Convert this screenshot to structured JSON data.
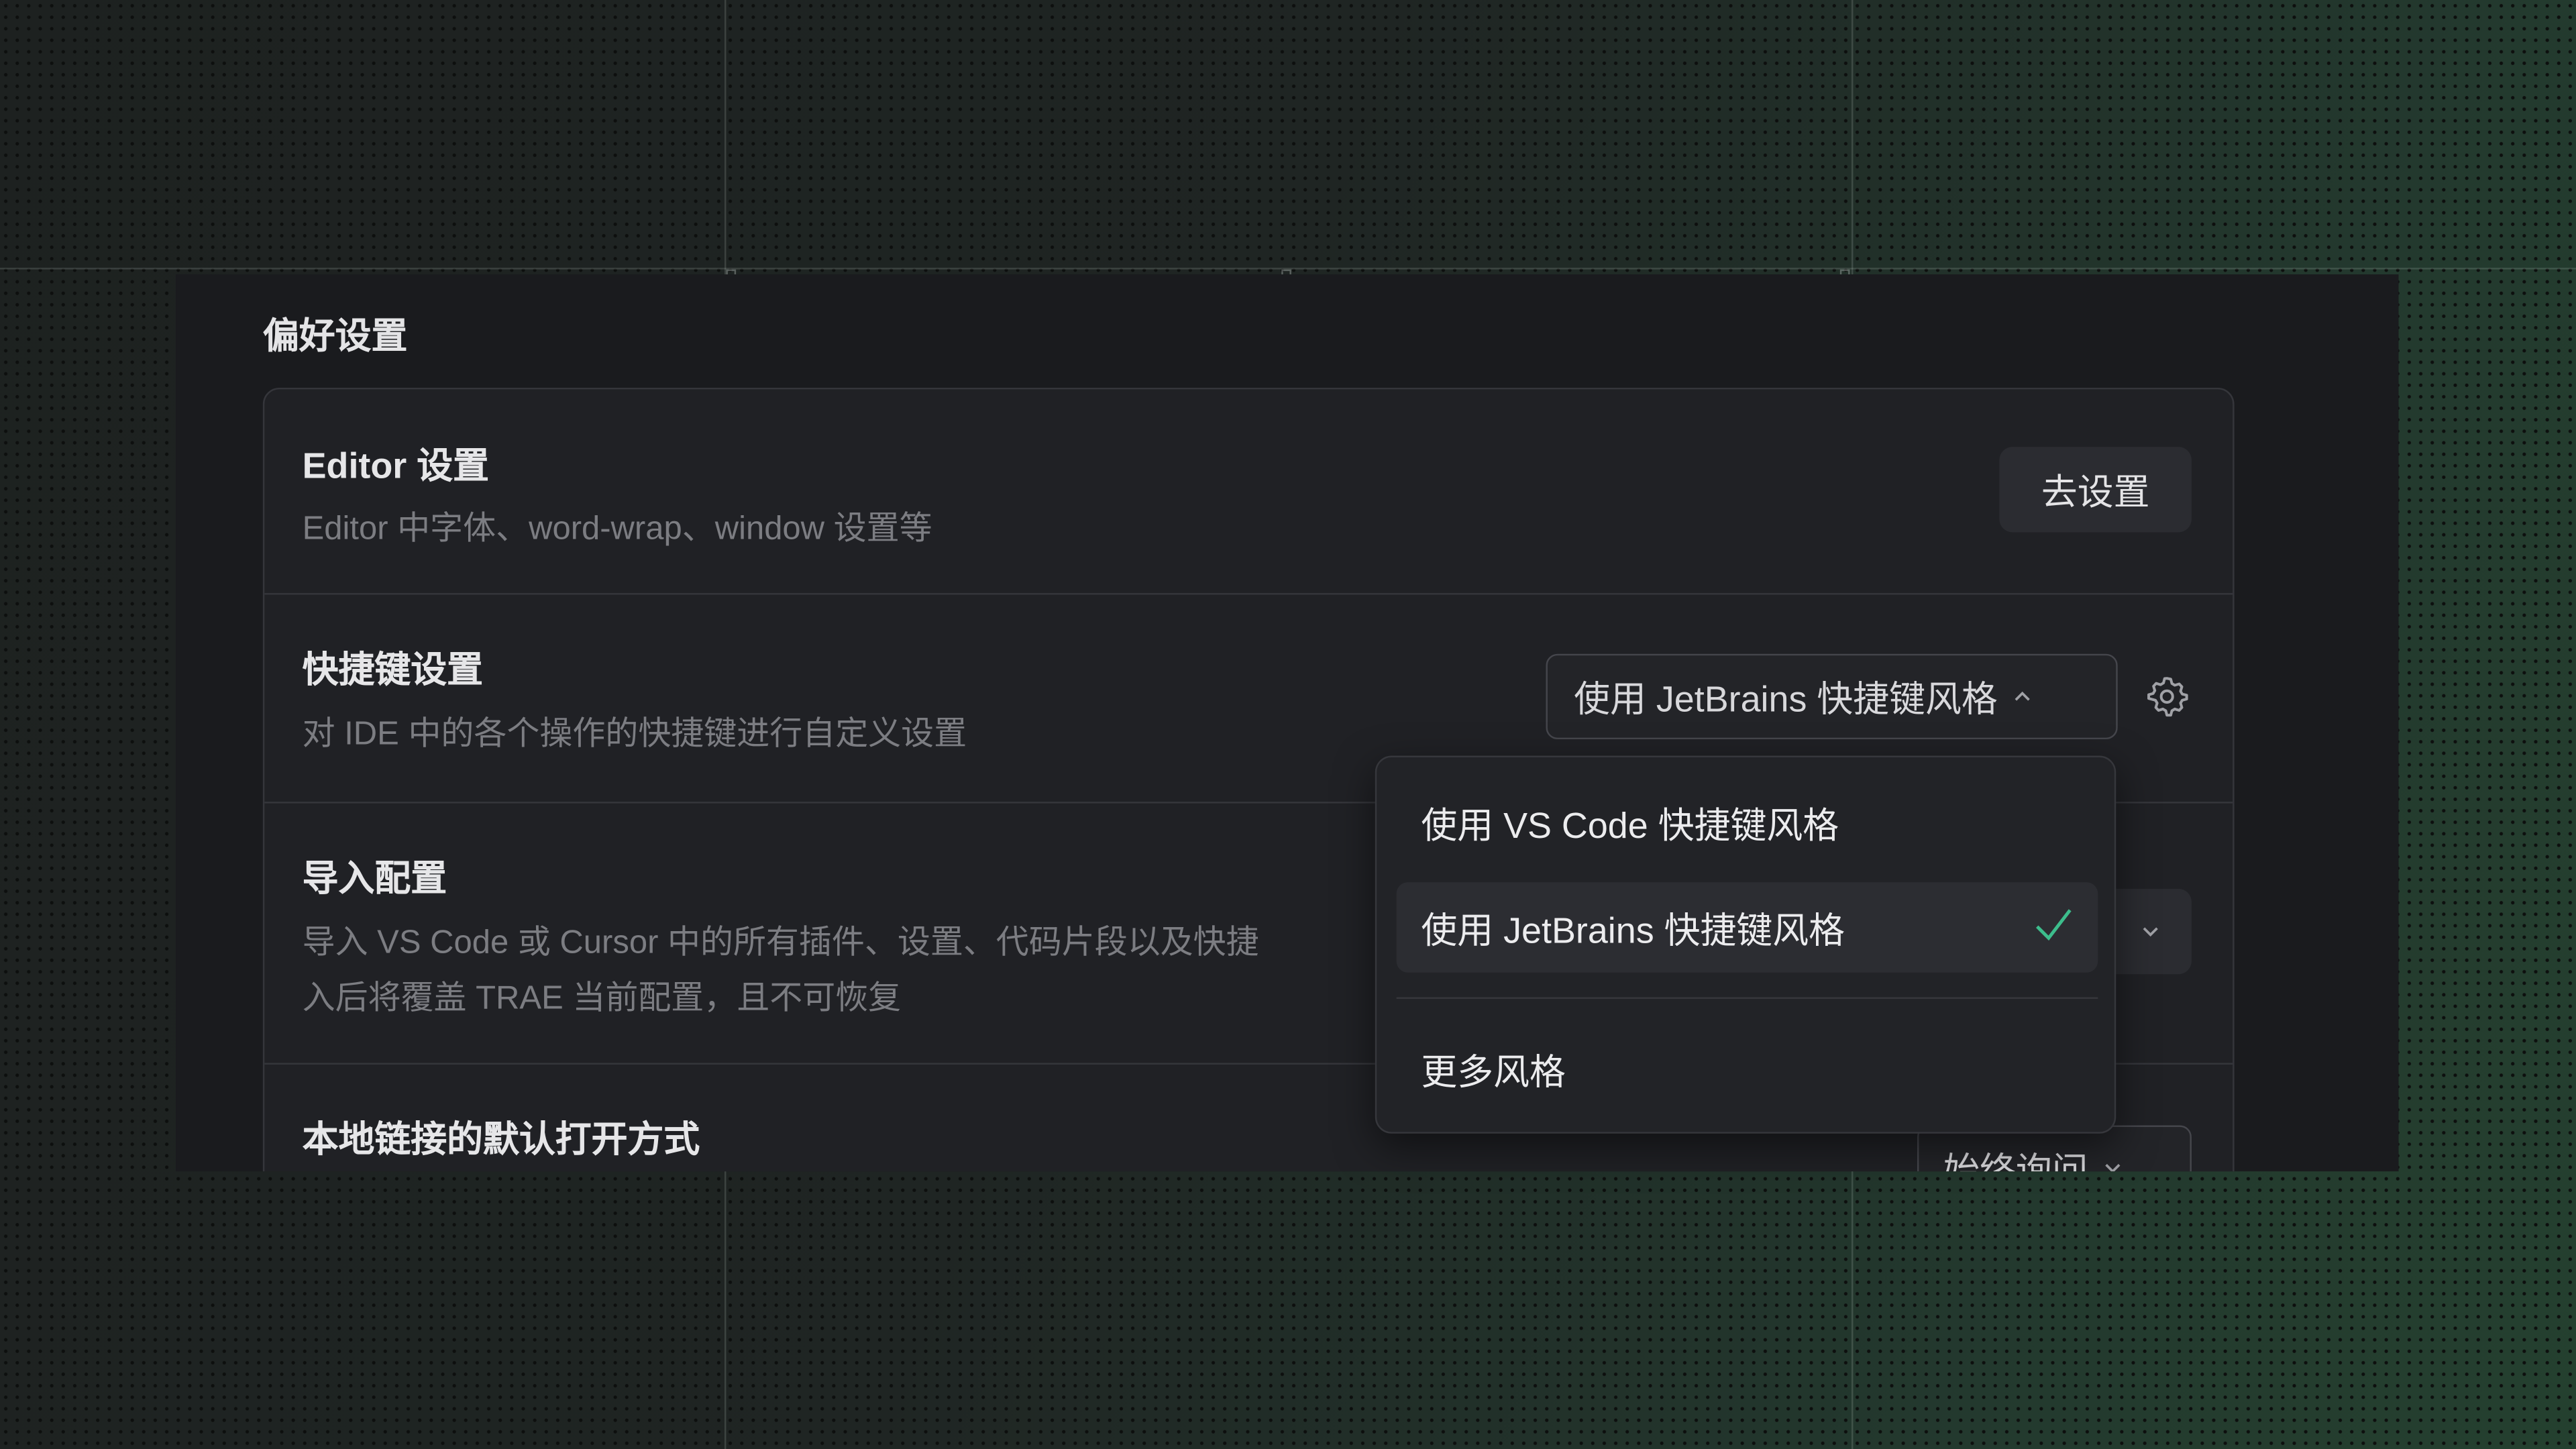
{
  "page": {
    "title": "偏好设置"
  },
  "rows": [
    {
      "title": "Editor 设置",
      "desc": "Editor 中字体、word-wrap、window 设置等",
      "action": "去设置"
    },
    {
      "title": "快捷键设置",
      "desc": "对 IDE 中的各个操作的快捷键进行自定义设置",
      "selected": "使用 JetBrains 快捷键风格"
    },
    {
      "title": "导入配置",
      "desc_line1": "导入 VS Code 或 Cursor 中的所有插件、设置、代码片段以及快捷",
      "desc_line2": "入后将覆盖 TRAE 当前配置，且不可恢复"
    },
    {
      "title": "本地链接的默认打开方式",
      "selected": "始终询问"
    }
  ],
  "menu": {
    "items": [
      {
        "label": "使用 VS Code 快捷键风格",
        "selected": false
      },
      {
        "label": "使用 JetBrains 快捷键风格",
        "selected": true
      },
      {
        "label": "更多风格",
        "selected": false
      }
    ]
  },
  "colors": {
    "accent_check": "#3dbd8c",
    "panel_bg": "#1a1b1e",
    "card_bg": "#202125"
  },
  "icons": {
    "select_open": "chevron-up-icon",
    "settings": "gear-icon",
    "selected": "check-icon",
    "dropdown": "chevron-down-icon"
  }
}
